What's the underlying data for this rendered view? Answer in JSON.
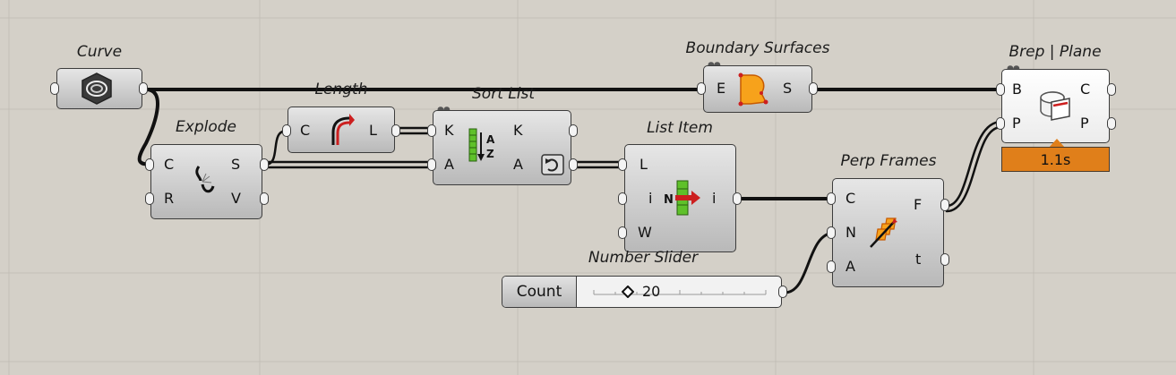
{
  "canvas": {
    "background": "#d4d0c8",
    "grid_color": "#c0bcb4",
    "wire_color": "#111111"
  },
  "components": {
    "curve": {
      "title": "Curve"
    },
    "explode": {
      "title": "Explode",
      "inputs": [
        "C",
        "R"
      ],
      "outputs": [
        "S",
        "V"
      ]
    },
    "length": {
      "title": "Length",
      "inputs": [
        "C"
      ],
      "outputs": [
        "L"
      ]
    },
    "sort_list": {
      "title": "Sort List",
      "inputs": [
        "K",
        "A"
      ],
      "outputs": [
        "K",
        "A"
      ]
    },
    "list_item": {
      "title": "List Item",
      "inputs": [
        "L",
        "i",
        "W"
      ],
      "outputs": [
        "i"
      ]
    },
    "boundary_surfaces": {
      "title": "Boundary Surfaces",
      "inputs": [
        "E"
      ],
      "outputs": [
        "S"
      ]
    },
    "perp_frames": {
      "title": "Perp Frames",
      "inputs": [
        "C",
        "N",
        "A"
      ],
      "outputs": [
        "F",
        "t"
      ]
    },
    "brep_plane": {
      "title": "Brep | Plane",
      "inputs": [
        "B",
        "P"
      ],
      "outputs": [
        "C",
        "P"
      ],
      "timer": "1.1s"
    },
    "number_slider": {
      "title": "Number Slider",
      "label": "Count",
      "value": "20"
    }
  },
  "icons": {
    "curve": "curve-param-icon",
    "explode": "explode-icon",
    "length": "length-icon",
    "sort_list": "sort-list-icon",
    "list_item": "list-item-icon",
    "boundary_surfaces": "boundary-surface-icon",
    "perp_frames": "perp-frames-icon",
    "brep_plane": "brep-plane-icon"
  },
  "accent": {
    "orange": "#e07f1a",
    "icon_orange": "#f7a21b",
    "icon_green": "#5fc12a",
    "icon_red": "#cc1f1f"
  }
}
